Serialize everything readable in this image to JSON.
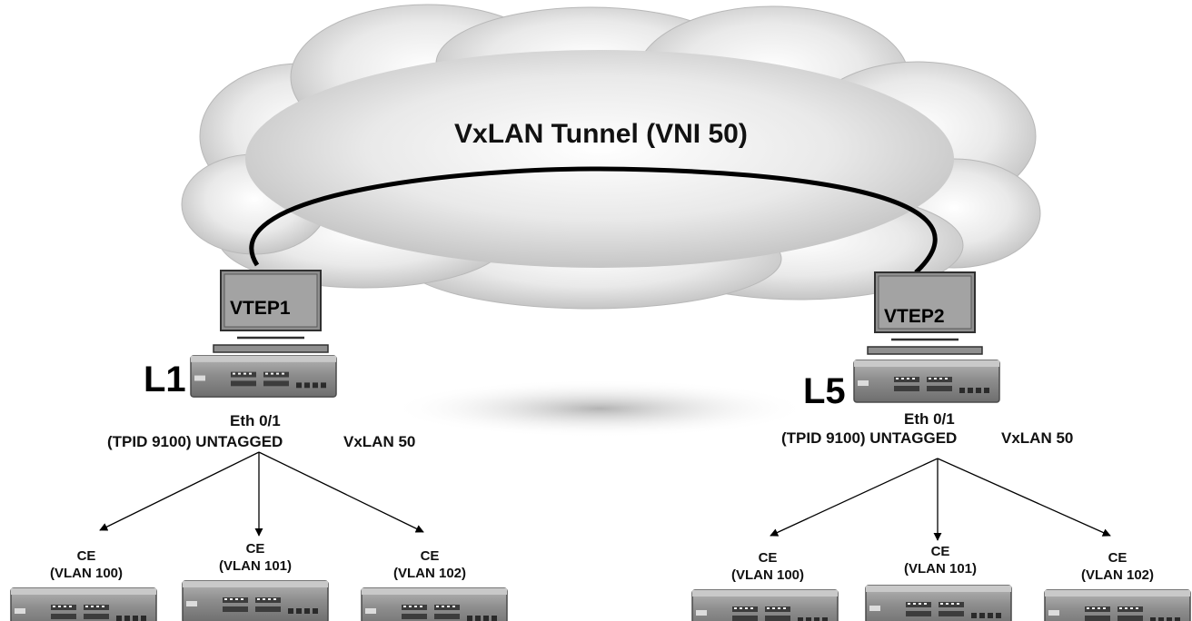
{
  "title": "VxLAN Tunnel (VNI 50)",
  "colors": {
    "tunnel": "#000000",
    "cloud": "#d6d6d6",
    "screen": "#8f8f8f",
    "switch": "#8a8a8a"
  },
  "icons": {
    "vtep": "computer-terminal-icon",
    "switch": "network-switch-icon",
    "cloud": "cloud-icon"
  },
  "leaf1": {
    "vtep_label": "VTEP1",
    "node_label": "L1",
    "port_label": "Eth 0/1",
    "tpid_label": "(TPID 9100) UNTAGGED",
    "vxlan_label": "VxLAN 50",
    "ce": [
      {
        "name": "CE",
        "vlan": "(VLAN 100)"
      },
      {
        "name": "CE",
        "vlan": "(VLAN 101)"
      },
      {
        "name": "CE",
        "vlan": "(VLAN 102)"
      }
    ]
  },
  "leaf5": {
    "vtep_label": "VTEP2",
    "node_label": "L5",
    "port_label": "Eth 0/1",
    "tpid_label": "(TPID 9100) UNTAGGED",
    "vxlan_label": "VxLAN 50",
    "ce": [
      {
        "name": "CE",
        "vlan": "(VLAN 100)"
      },
      {
        "name": "CE",
        "vlan": "(VLAN 101)"
      },
      {
        "name": "CE",
        "vlan": "(VLAN 102)"
      }
    ]
  }
}
